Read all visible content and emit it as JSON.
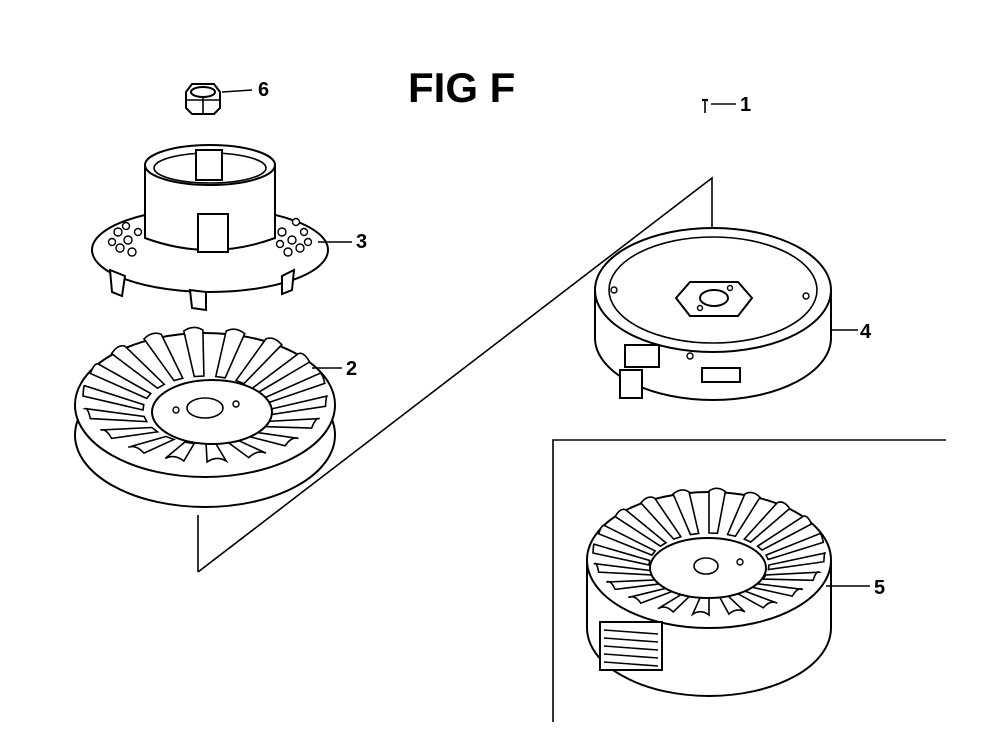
{
  "figure": {
    "title": "FIG F"
  },
  "callouts": {
    "p1": "1",
    "p2": "2",
    "p3": "3",
    "p4": "4",
    "p5": "5",
    "p6": "6"
  }
}
